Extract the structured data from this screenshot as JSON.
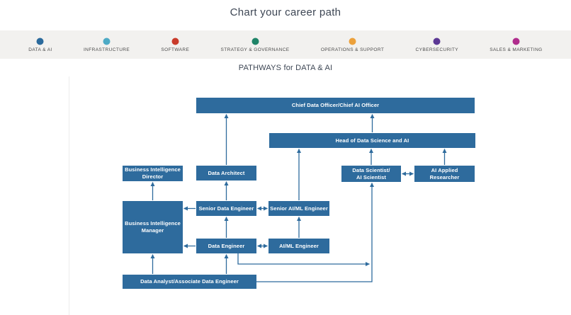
{
  "page": {
    "title": "Chart your career path",
    "pathways_heading": "PATHWAYS for DATA & AI"
  },
  "nav": {
    "background_color": "#f2f1ef",
    "items": [
      {
        "label": "DATA & AI",
        "color": "#2b6a9c",
        "active": true
      },
      {
        "label": "INFRASTRUCTURE",
        "color": "#4daac5",
        "active": false
      },
      {
        "label": "SOFTWARE",
        "color": "#c93b2b",
        "active": false
      },
      {
        "label": "STRATEGY & GOVERNANCE",
        "color": "#1f8468",
        "active": false
      },
      {
        "label": "OPERATIONS & SUPPORT",
        "color": "#eca13b",
        "active": false
      },
      {
        "label": "CYBERSECURITY",
        "color": "#5b3894",
        "active": false
      },
      {
        "label": "SALES & MARKETING",
        "color": "#b02d8d",
        "active": false
      }
    ]
  },
  "diagram": {
    "box_color": "#2e6b9d",
    "arrow_color": "#2e6b9d",
    "nodes": {
      "chief": {
        "label": "Chief Data Officer/Chief AI Officer"
      },
      "head": {
        "label": "Head of Data Science and AI"
      },
      "bi_director": {
        "label": "Business Intelligence\nDirector"
      },
      "data_architect": {
        "label": "Data Architect"
      },
      "data_scientist": {
        "label": "Data Scientist/\nAI Scientist"
      },
      "ai_applied_researcher": {
        "label": "AI Applied\nResearcher"
      },
      "senior_data_engineer": {
        "label": "Senior Data Engineer"
      },
      "senior_aiml_engineer": {
        "label": "Senior AI/ML Engineer"
      },
      "bi_manager": {
        "label": "Business Intelligence\nManager"
      },
      "data_engineer": {
        "label": "Data Engineer"
      },
      "aiml_engineer": {
        "label": "AI/ML Engineer"
      },
      "data_analyst": {
        "label": "Data Analyst/Associate Data Engineer"
      }
    },
    "edges": [
      {
        "from": "data_architect",
        "to": "chief",
        "type": "up"
      },
      {
        "from": "head",
        "to": "chief",
        "type": "up"
      },
      {
        "from": "senior_aiml_engineer",
        "to": "head",
        "type": "up"
      },
      {
        "from": "data_scientist",
        "to": "head",
        "type": "up"
      },
      {
        "from": "ai_applied_researcher",
        "to": "head",
        "type": "up"
      },
      {
        "from": "bi_manager",
        "to": "bi_director",
        "type": "up"
      },
      {
        "from": "senior_data_engineer",
        "to": "data_architect",
        "type": "up"
      },
      {
        "from": "senior_data_engineer",
        "to": "bi_manager",
        "type": "left"
      },
      {
        "from": "senior_data_engineer",
        "to": "senior_aiml_engineer",
        "type": "bidirectional"
      },
      {
        "from": "data_engineer",
        "to": "senior_data_engineer",
        "type": "up"
      },
      {
        "from": "aiml_engineer",
        "to": "senior_aiml_engineer",
        "type": "up"
      },
      {
        "from": "data_engineer",
        "to": "bi_manager",
        "type": "left"
      },
      {
        "from": "data_engineer",
        "to": "aiml_engineer",
        "type": "bidirectional"
      },
      {
        "from": "data_scientist",
        "to": "ai_applied_researcher",
        "type": "bidirectional"
      },
      {
        "from": "data_analyst",
        "to": "bi_manager",
        "type": "up"
      },
      {
        "from": "data_analyst",
        "to": "data_engineer",
        "type": "up"
      },
      {
        "from": "data_engineer",
        "to": "data_scientist",
        "type": "elbow-right"
      },
      {
        "from": "data_analyst",
        "to": "data_scientist",
        "type": "elbow-up"
      }
    ]
  }
}
